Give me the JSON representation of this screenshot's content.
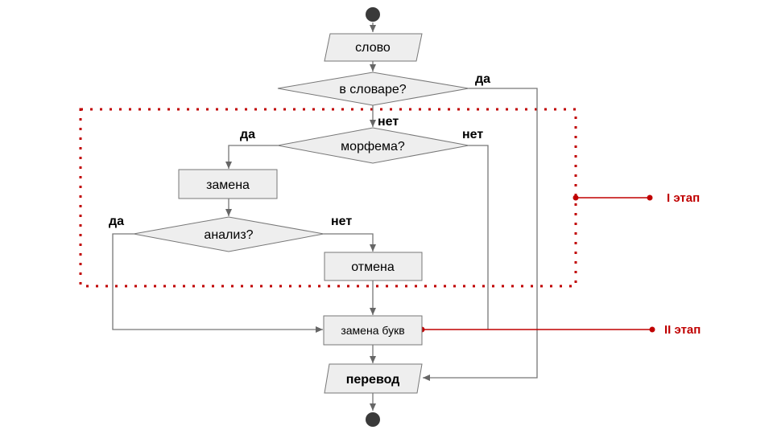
{
  "diagram": {
    "nodes": {
      "start": {
        "type": "start"
      },
      "word": {
        "type": "io",
        "label": "слово"
      },
      "in_dictionary": {
        "type": "decision",
        "label": "в словаре?"
      },
      "morpheme": {
        "type": "decision",
        "label": "морфема?"
      },
      "replace": {
        "type": "process",
        "label": "замена"
      },
      "analysis": {
        "type": "decision",
        "label": "анализ?"
      },
      "cancel": {
        "type": "process",
        "label": "отмена"
      },
      "replace_letters": {
        "type": "process",
        "label": "замена букв"
      },
      "translation": {
        "type": "io",
        "label": "перевод"
      },
      "end": {
        "type": "end"
      }
    },
    "edge_labels": {
      "dict_yes": "да",
      "dict_no": "нет",
      "morph_yes": "да",
      "morph_no": "нет",
      "analysis_yes": "да",
      "analysis_no": "нет"
    },
    "stages": {
      "stage1": "I этап",
      "stage2": "II этап"
    },
    "colors": {
      "shape_fill": "#eeeeee",
      "shape_stroke": "#777777",
      "stage_color": "#c00000",
      "terminal": "#3a3a3a"
    }
  }
}
